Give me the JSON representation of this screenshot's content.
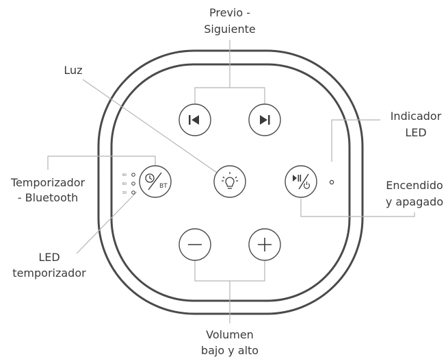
{
  "labels": {
    "prev_next_line1": "Previo -",
    "prev_next_line2": "Siguiente",
    "light": "Luz",
    "indicator_line1": "Indicador",
    "indicator_line2": "LED",
    "timer_line1": "Temporizador",
    "timer_line2": "- Bluetooth",
    "power_line1": "Encendido",
    "power_line2": "y apagado",
    "timer_led_line1": "LED",
    "timer_led_line2": "temporizador",
    "volume_line1": "Volumen",
    "volume_line2": "bajo y alto"
  },
  "timer_levels": [
    "90",
    "60",
    "30"
  ],
  "timer_button_text": "BT",
  "colors": {
    "outline": "#4a4a4a",
    "leader": "#b5b5b5",
    "text": "#3a3a3a"
  }
}
